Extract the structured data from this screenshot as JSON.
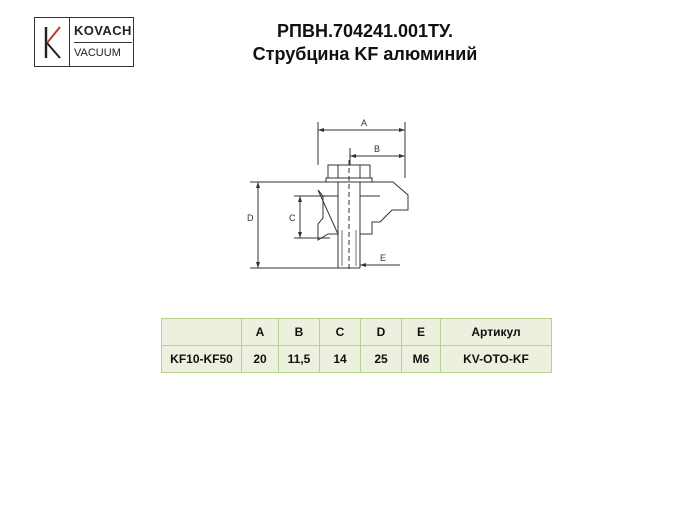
{
  "logo": {
    "brand": "KOVACH",
    "sub": "VACUUM",
    "mark_color": "#c0392b"
  },
  "title": {
    "line1": "РПВН.704241.001ТУ.",
    "line2": "Струбцина KF алюминий"
  },
  "drawing": {
    "labels": {
      "a": "A",
      "b": "B",
      "c": "C",
      "d": "D",
      "e": "E"
    }
  },
  "table": {
    "headers": [
      "",
      "A",
      "B",
      "C",
      "D",
      "E",
      "Артикул"
    ],
    "rows": [
      [
        "KF10-KF50",
        "20",
        "11,5",
        "14",
        "25",
        "M6",
        "KV-OTO-KF"
      ]
    ],
    "border_color": "#b7d28a",
    "fill_color": "#ebf1de"
  }
}
